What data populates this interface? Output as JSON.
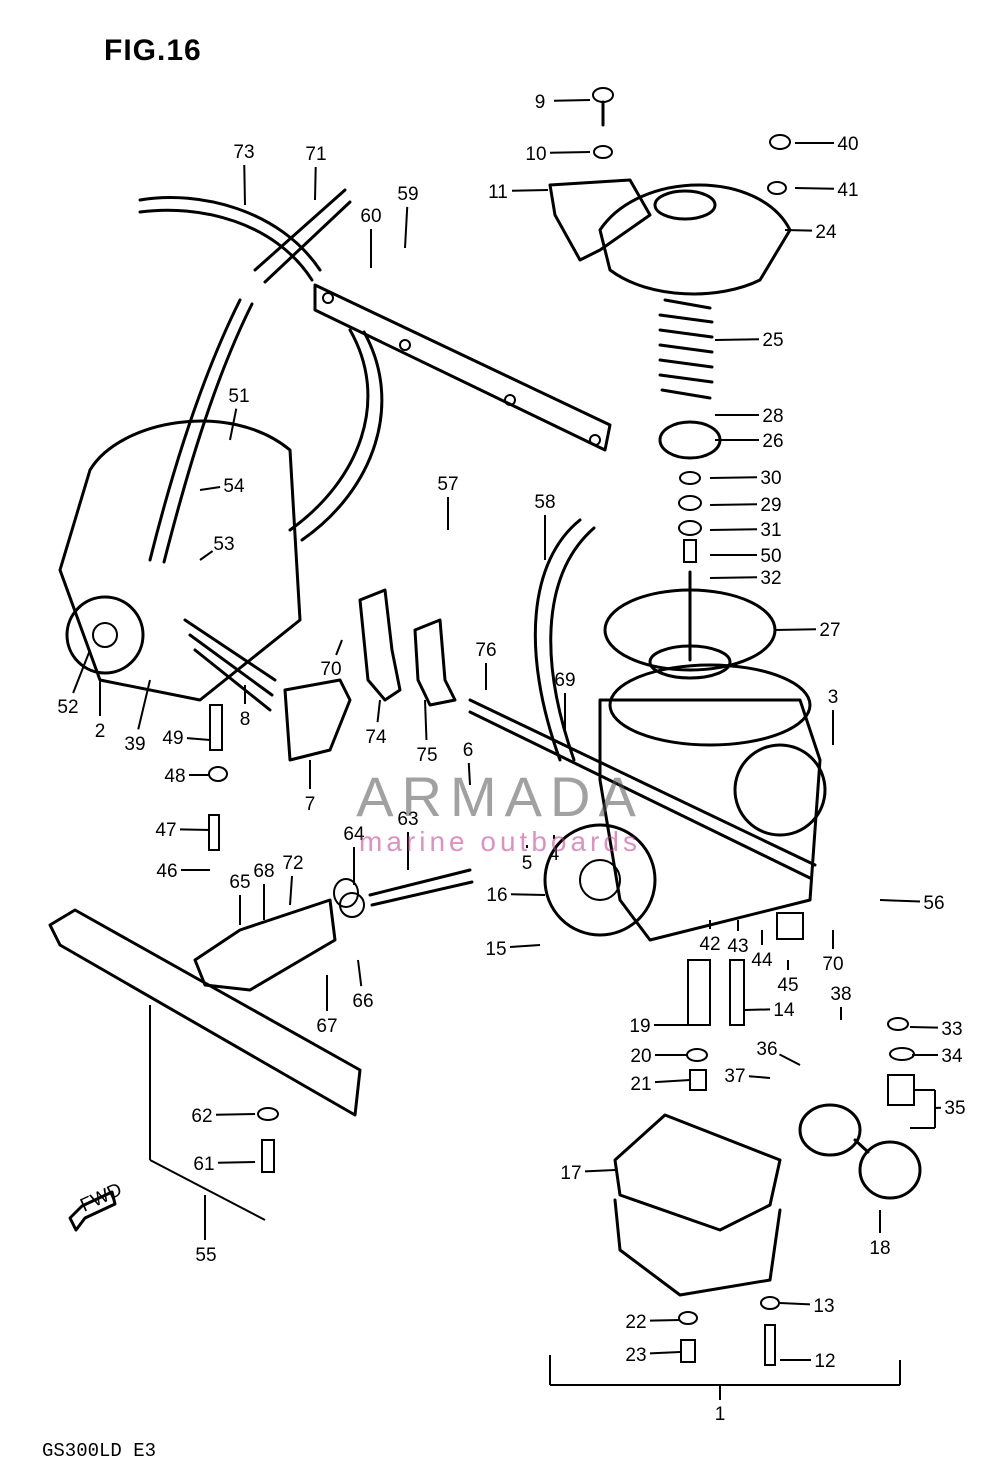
{
  "figure": {
    "title": "FIG.16",
    "model_code": "GS300LD  E3",
    "fwd_label": "FWD"
  },
  "watermark": {
    "brand": "ARMADA",
    "tagline": "marine outboards",
    "color": "#c0398f"
  },
  "callouts": [
    {
      "n": "9"
    },
    {
      "n": "10"
    },
    {
      "n": "11"
    },
    {
      "n": "40"
    },
    {
      "n": "41"
    },
    {
      "n": "24"
    },
    {
      "n": "73"
    },
    {
      "n": "71"
    },
    {
      "n": "60"
    },
    {
      "n": "59"
    },
    {
      "n": "25"
    },
    {
      "n": "28"
    },
    {
      "n": "26"
    },
    {
      "n": "30"
    },
    {
      "n": "29"
    },
    {
      "n": "31"
    },
    {
      "n": "50"
    },
    {
      "n": "32"
    },
    {
      "n": "51"
    },
    {
      "n": "54"
    },
    {
      "n": "53"
    },
    {
      "n": "57"
    },
    {
      "n": "58"
    },
    {
      "n": "27"
    },
    {
      "n": "52"
    },
    {
      "n": "2"
    },
    {
      "n": "39"
    },
    {
      "n": "8"
    },
    {
      "n": "70"
    },
    {
      "n": "74"
    },
    {
      "n": "75"
    },
    {
      "n": "76"
    },
    {
      "n": "69"
    },
    {
      "n": "3"
    },
    {
      "n": "49"
    },
    {
      "n": "48"
    },
    {
      "n": "7"
    },
    {
      "n": "6"
    },
    {
      "n": "47"
    },
    {
      "n": "64"
    },
    {
      "n": "63"
    },
    {
      "n": "5"
    },
    {
      "n": "4"
    },
    {
      "n": "46"
    },
    {
      "n": "68"
    },
    {
      "n": "72"
    },
    {
      "n": "65"
    },
    {
      "n": "16"
    },
    {
      "n": "56"
    },
    {
      "n": "15"
    },
    {
      "n": "42"
    },
    {
      "n": "43"
    },
    {
      "n": "44"
    },
    {
      "n": "45"
    },
    {
      "n": "70"
    },
    {
      "n": "66"
    },
    {
      "n": "67"
    },
    {
      "n": "14"
    },
    {
      "n": "19"
    },
    {
      "n": "38"
    },
    {
      "n": "33"
    },
    {
      "n": "20"
    },
    {
      "n": "36"
    },
    {
      "n": "34"
    },
    {
      "n": "21"
    },
    {
      "n": "37"
    },
    {
      "n": "35"
    },
    {
      "n": "62"
    },
    {
      "n": "61"
    },
    {
      "n": "17"
    },
    {
      "n": "18"
    },
    {
      "n": "55"
    },
    {
      "n": "13"
    },
    {
      "n": "22"
    },
    {
      "n": "23"
    },
    {
      "n": "12"
    },
    {
      "n": "1"
    }
  ]
}
